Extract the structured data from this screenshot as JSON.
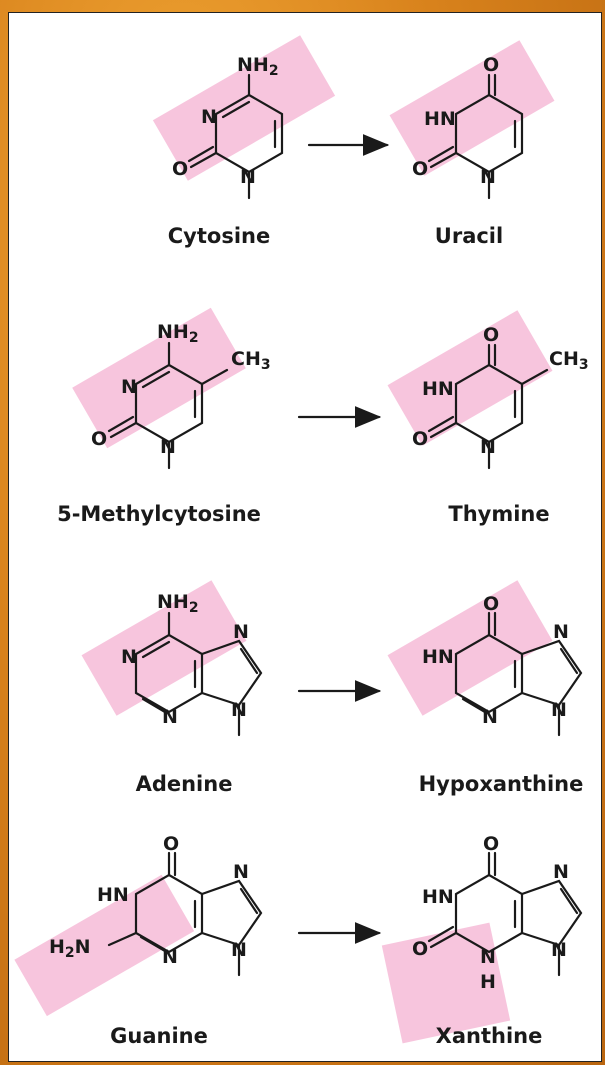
{
  "figure": {
    "rows": [
      {
        "left": {
          "name": "Cytosine",
          "labels": {
            "nh2": "NH",
            "sub": "2",
            "n": "N",
            "o": "O",
            "n1": "N"
          }
        },
        "right": {
          "name": "Uracil",
          "labels": {
            "o": "O",
            "hn": "HN",
            "o2": "O",
            "n1": "N"
          }
        }
      },
      {
        "left": {
          "name": "5-Methylcytosine",
          "labels": {
            "nh2": "NH",
            "sub": "2",
            "ch3": "CH",
            "ch3sub": "3",
            "n": "N",
            "o": "O",
            "n1": "N"
          }
        },
        "right": {
          "name": "Thymine",
          "labels": {
            "o": "O",
            "hn": "HN",
            "ch3": "CH",
            "ch3sub": "3",
            "o2": "O",
            "n1": "N"
          }
        }
      },
      {
        "left": {
          "name": "Adenine",
          "labels": {
            "nh2": "NH",
            "sub": "2",
            "n1": "N",
            "n3": "N",
            "n7": "N",
            "n9": "N"
          }
        },
        "right": {
          "name": "Hypoxanthine",
          "labels": {
            "o": "O",
            "hn": "HN",
            "n3": "N",
            "n7": "N",
            "n9": "N"
          }
        }
      },
      {
        "left": {
          "name": "Guanine",
          "labels": {
            "o": "O",
            "hn": "HN",
            "h2n": "H",
            "h2nsub": "2",
            "h2nN": "N",
            "n3": "N",
            "n7": "N",
            "n9": "N"
          }
        },
        "right": {
          "name": "Xanthine",
          "labels": {
            "o": "O",
            "hn": "HN",
            "o2": "O",
            "nh": "N",
            "h": "H",
            "n7": "N",
            "n9": "N"
          }
        }
      }
    ]
  },
  "colors": {
    "highlight": "#f6bfd9",
    "frame": "#d8821c"
  }
}
